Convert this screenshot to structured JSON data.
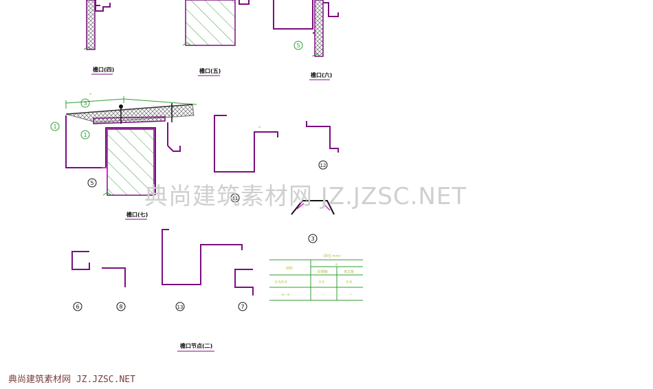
{
  "drawing": {
    "titles": {
      "eave_4": "檐口(四)",
      "eave_5": "檐口(五)",
      "eave_6": "檐口(六)",
      "eave_7": "檐口(七)",
      "eave_detail_2": "檐口节点(二)"
    },
    "markers": {
      "m5_top": "5",
      "m3": "3",
      "m1_left": "1",
      "m1": "1",
      "m5": "5",
      "m11": "11",
      "m12": "12",
      "m3_mid": "3",
      "m6": "6",
      "m8": "8",
      "m13": "13",
      "m7": "7"
    },
    "table": {
      "header": "(单位:mm)",
      "col_group": "a",
      "row_label_1": "材料",
      "col_a": "彩钢板",
      "col_b": "夹芯板",
      "row_2": "0.5/0.6",
      "val_1": "0.5",
      "val_2": "0.6",
      "row_3": "a—a",
      "val_3": "—",
      "val_4": "—"
    }
  },
  "watermark": {
    "center": "典尚建筑素材网 JZ.JZSC.NET",
    "corner": "典尚建筑素材网 JZ.JZSC.NET"
  },
  "colors": {
    "profile": "#7b0d80",
    "dimension": "#2e9c2e",
    "hatch": "#3a9b3a",
    "dim_text": "#b8b84a",
    "accent": "#e01fd0"
  }
}
